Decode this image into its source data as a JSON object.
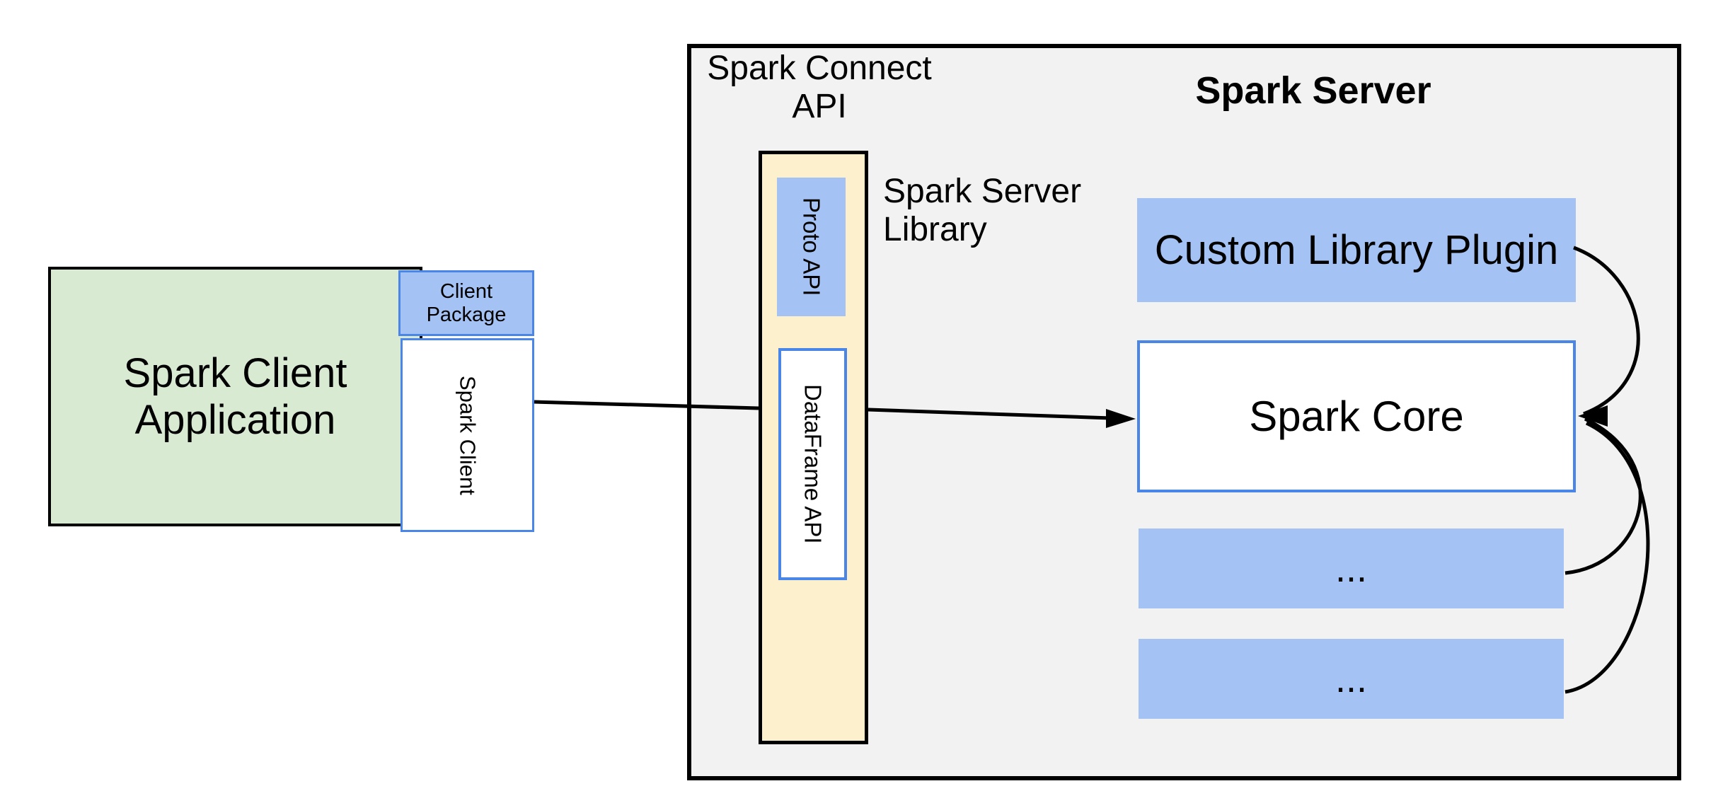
{
  "diagram": {
    "client": {
      "application_label": "Spark Client Application",
      "package_label": "Client Package",
      "spark_client_label": "Spark Client"
    },
    "connect_api": {
      "heading": "Spark Connect API",
      "proto_api_label": "Proto API",
      "dataframe_api_label": "DataFrame API",
      "server_library_label": "Spark Server Library"
    },
    "server": {
      "heading": "Spark Server",
      "custom_library_plugin_label": "Custom Library Plugin",
      "spark_core_label": "Spark Core",
      "ellipsis_box_1_label": "...",
      "ellipsis_box_2_label": "..."
    },
    "colors": {
      "canvas_bg": "#ffffff",
      "server_panel_bg": "#f2f2f2",
      "client_app_fill": "#d9ead3",
      "accent_blue_fill": "#a4c2f4",
      "accent_blue_border": "#4a86e8",
      "connect_column_fill": "#fdf0cd",
      "outline": "#000000"
    }
  }
}
